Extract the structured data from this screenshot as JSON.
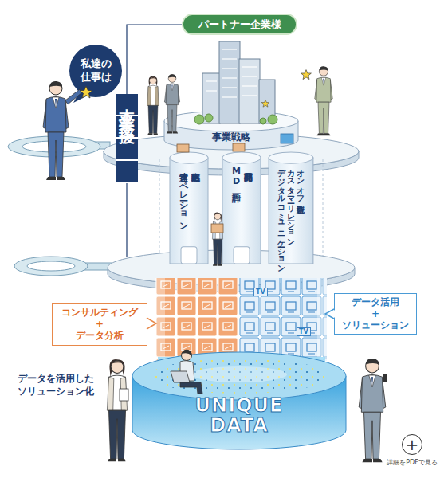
{
  "diagram": {
    "nodes": [
      {
        "text": [
          "パートナー企業様"
        ]
      },
      {
        "text": [
          "私達の仕事は"
        ]
      },
      {
        "text": [
          "本業支援"
        ]
      },
      {
        "text": [
          "事業戦略"
        ]
      },
      {
        "text": [
          "出店戦略 運営オペレーション"
        ]
      },
      {
        "text": [
          "商品開発 MD計画"
        ]
      },
      {
        "text": [
          "オンオフ統合型 カスタマーリレーション デジタルコミュニケーション"
        ]
      },
      {
        "text": [
          "コンサルティング + データ分析"
        ]
      },
      {
        "text": [
          "データ活用 + ソリューション"
        ]
      },
      {
        "text": [
          "UNIQUE DATA"
        ]
      },
      {
        "text": [
          "+",
          "詳細をPDFで見る"
        ]
      }
    ],
    "labels": [
      "データを活用した ソリューション化",
      "TV",
      "TV"
    ]
  }
}
